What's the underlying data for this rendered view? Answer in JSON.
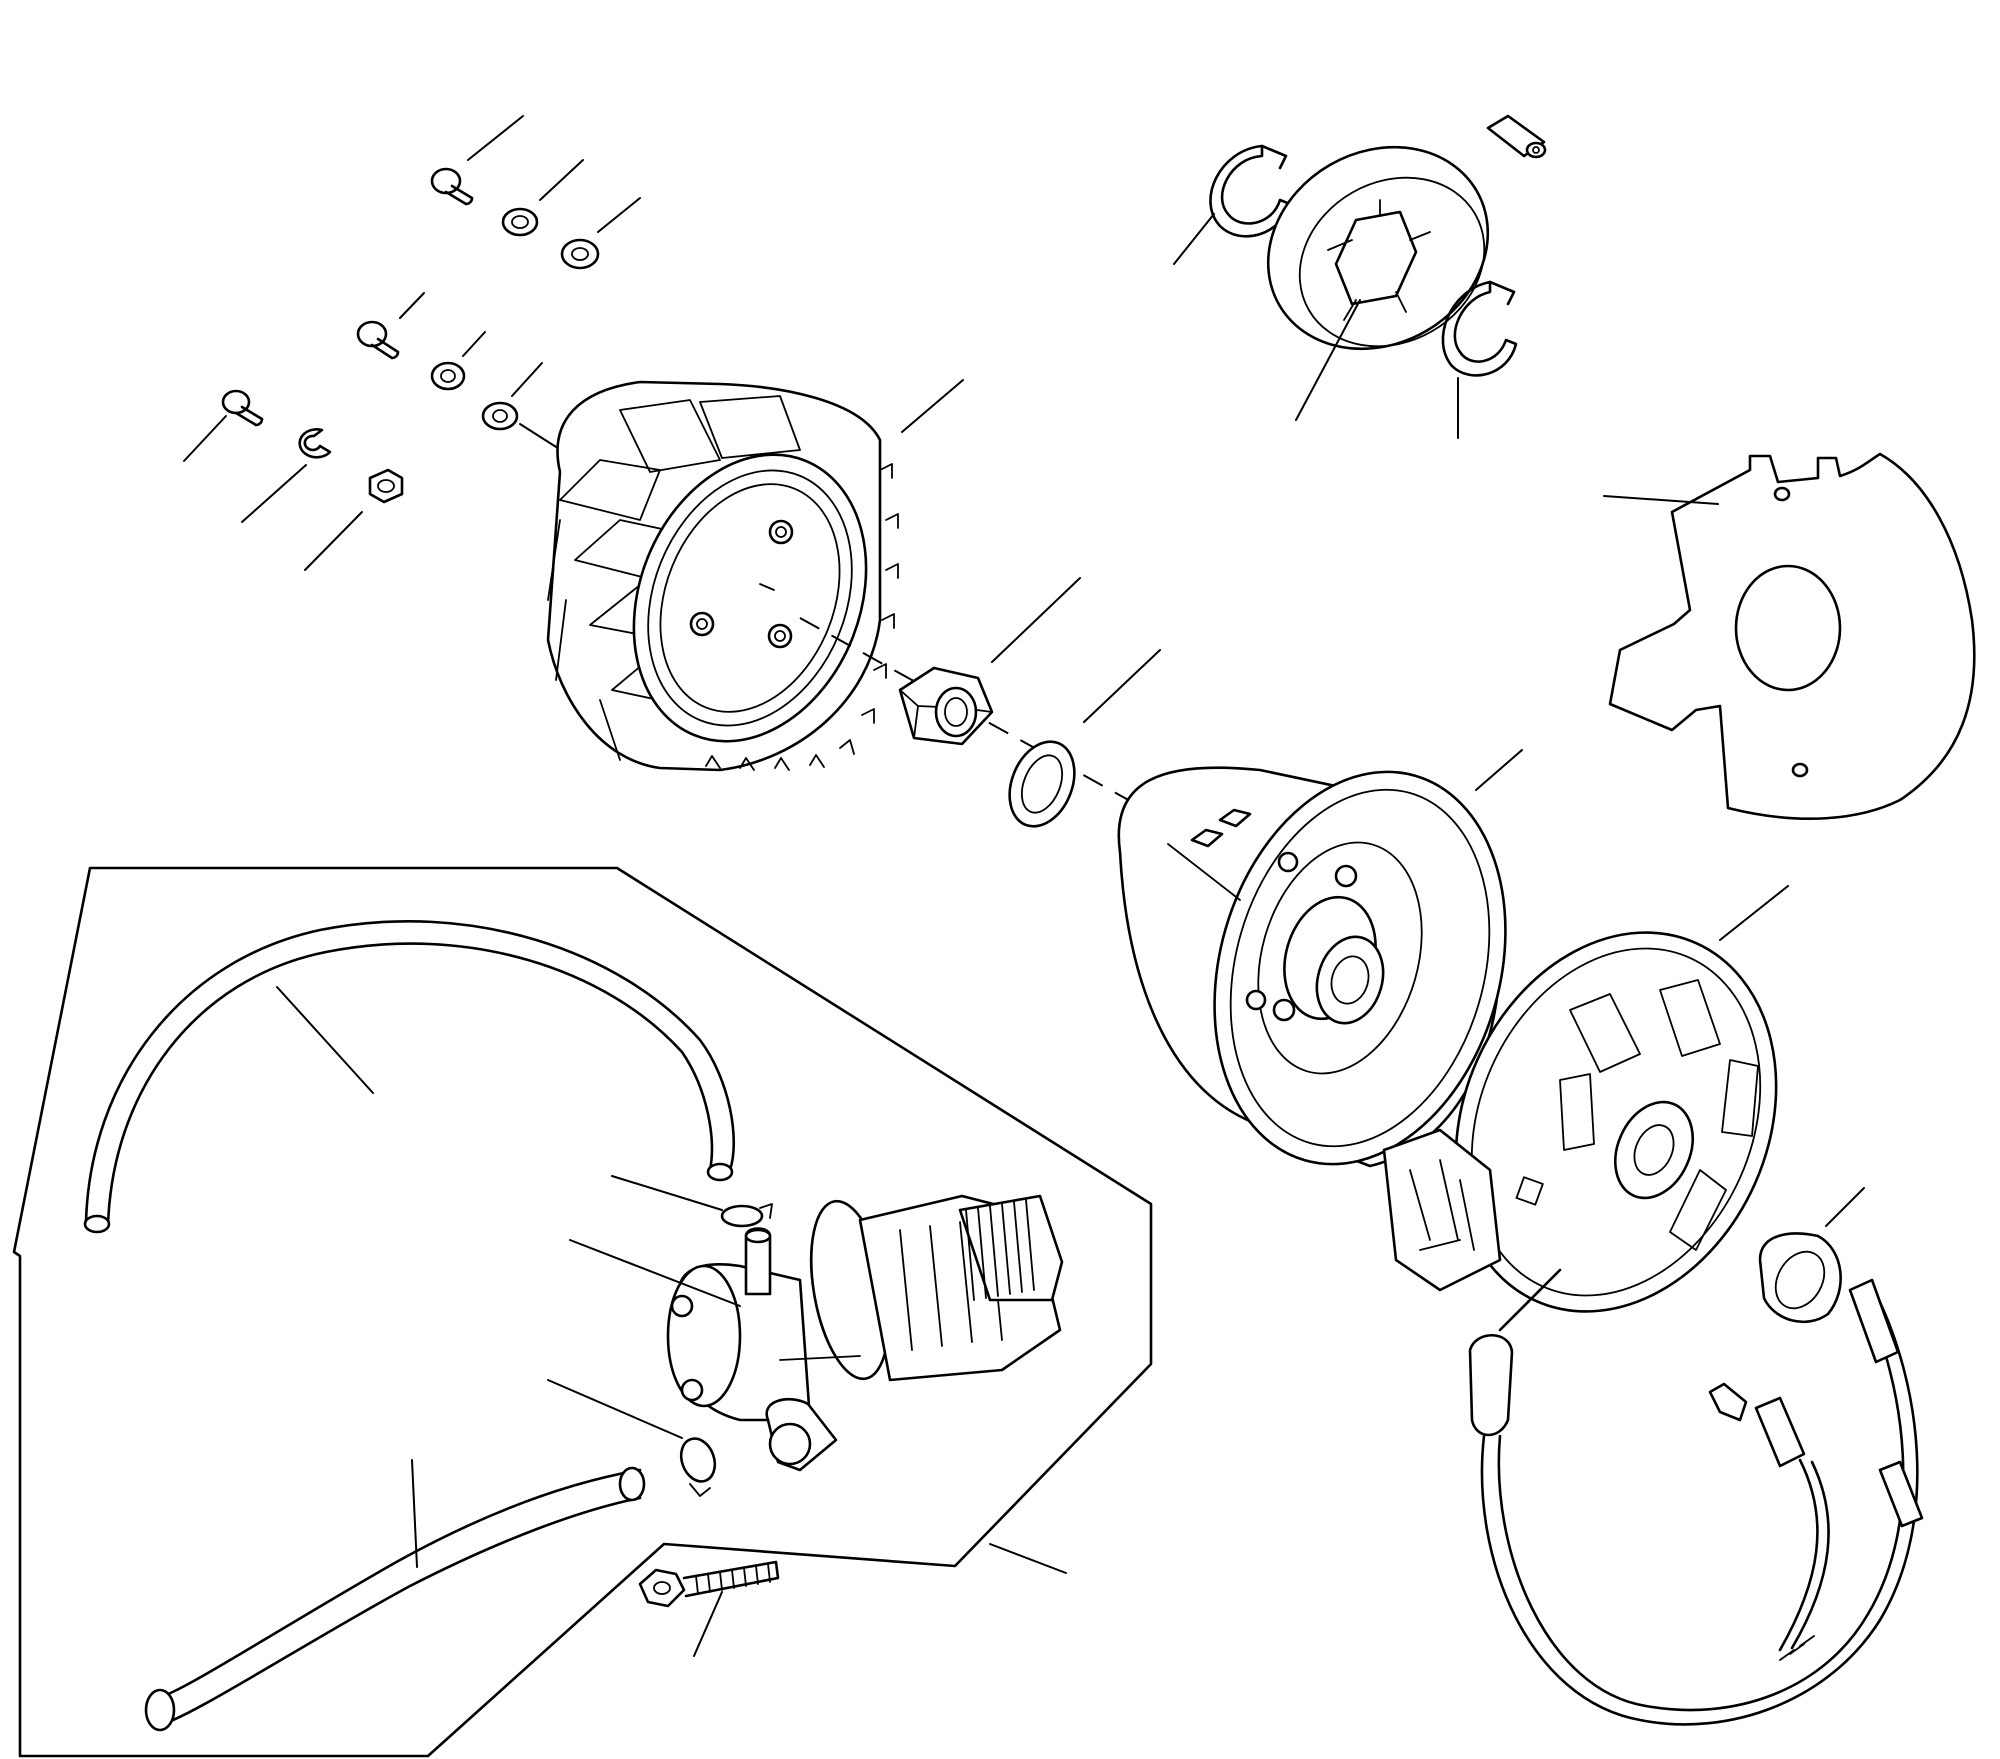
{
  "diagram": {
    "type": "exploded-parts-drawing",
    "parts": [
      "screw",
      "lock-washer",
      "flat-washer",
      "screw",
      "lock-washer",
      "flat-washer",
      "screw",
      "lock-washer",
      "nut",
      "cooling-fan",
      "fan-nut",
      "fan-washer",
      "flywheel",
      "stator-plate",
      "rotor-nut",
      "wire-harness",
      "key",
      "circlip",
      "clutch-drum",
      "circlip",
      "backing-plate",
      "fuel-hose-upper",
      "hose-clamp-upper",
      "fuel-valve",
      "hose-clamp-lower",
      "fuel-hose-lower",
      "mounting-bolt"
    ]
  }
}
